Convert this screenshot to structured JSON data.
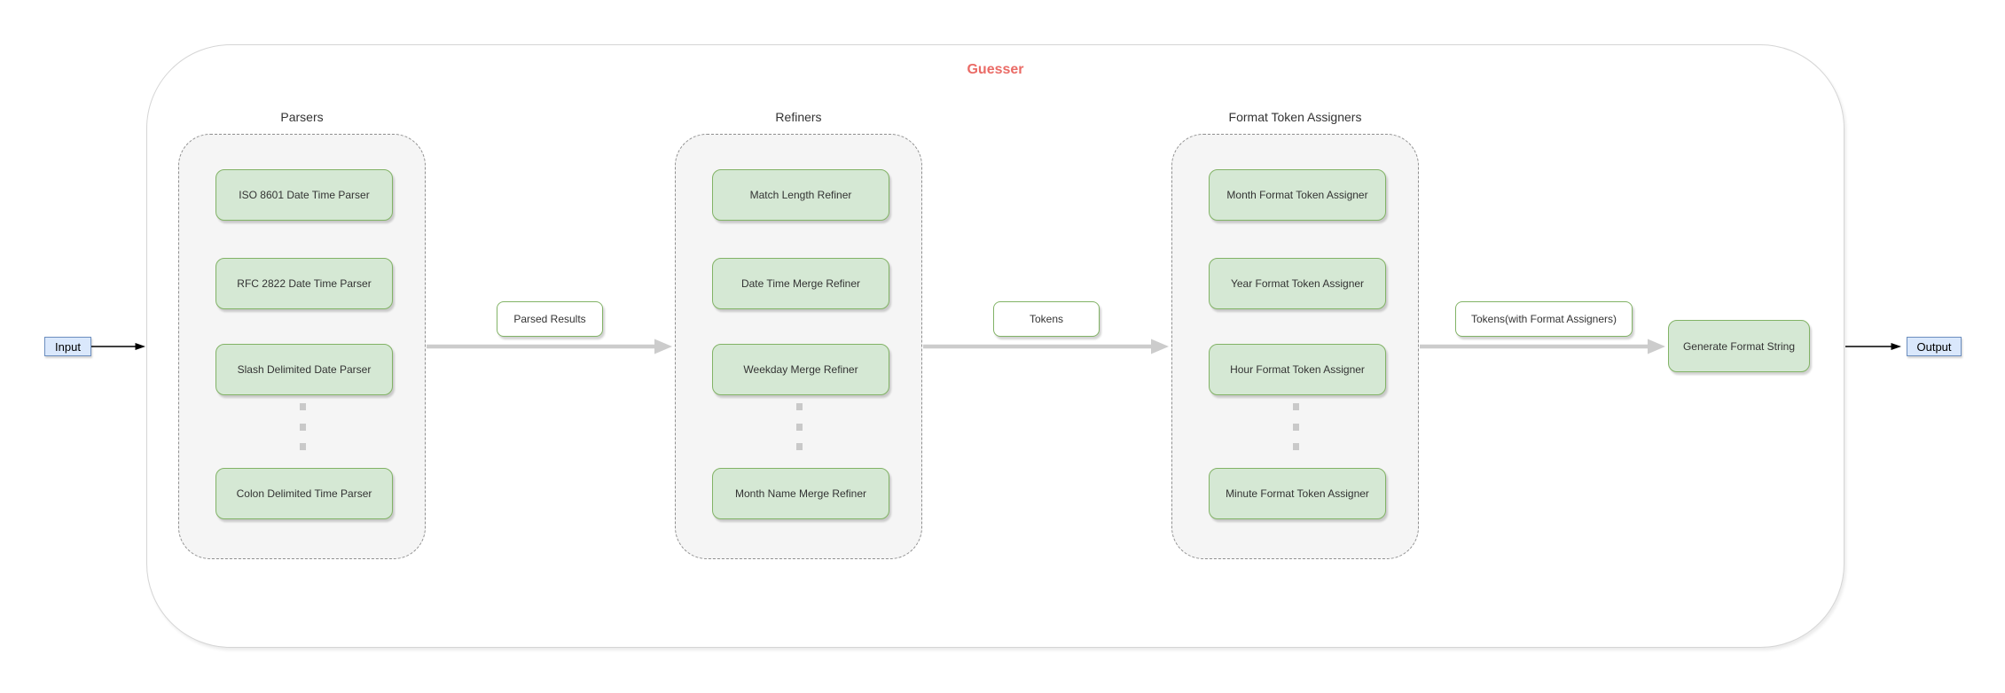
{
  "title": "Guesser",
  "io": {
    "input": "Input",
    "output": "Output"
  },
  "groups": [
    {
      "title": "Parsers",
      "boxes": [
        "ISO 8601 Date Time Parser",
        "RFC 2822 Date Time Parser",
        "Slash Delimited Date Parser",
        "Colon Delimited Time Parser"
      ]
    },
    {
      "title": "Refiners",
      "boxes": [
        "Match Length Refiner",
        "Date Time Merge Refiner",
        "Weekday Merge Refiner",
        "Month Name Merge Refiner"
      ]
    },
    {
      "title": "Format Token Assigners",
      "boxes": [
        "Month Format Token Assigner",
        "Year Format Token Assigner",
        "Hour Format Token Assigner",
        "Minute Format Token Assigner"
      ]
    }
  ],
  "flow_labels": {
    "parsed_results": "Parsed Results",
    "tokens": "Tokens",
    "tokens_with_assigners": "Tokens(with Format Assigners)"
  },
  "generate_box": "Generate Format String",
  "colors": {
    "title_red": "#ea6b66",
    "node_fill": "#d5e8d4",
    "node_border": "#82b366",
    "io_fill": "#dae8fc",
    "io_border": "#6c8ebf",
    "group_fill": "#f5f5f5",
    "group_border": "#8f8f8f",
    "arrow_gray": "#cccccc",
    "arrow_black": "#000000",
    "frame_border": "#d5d5d5"
  }
}
